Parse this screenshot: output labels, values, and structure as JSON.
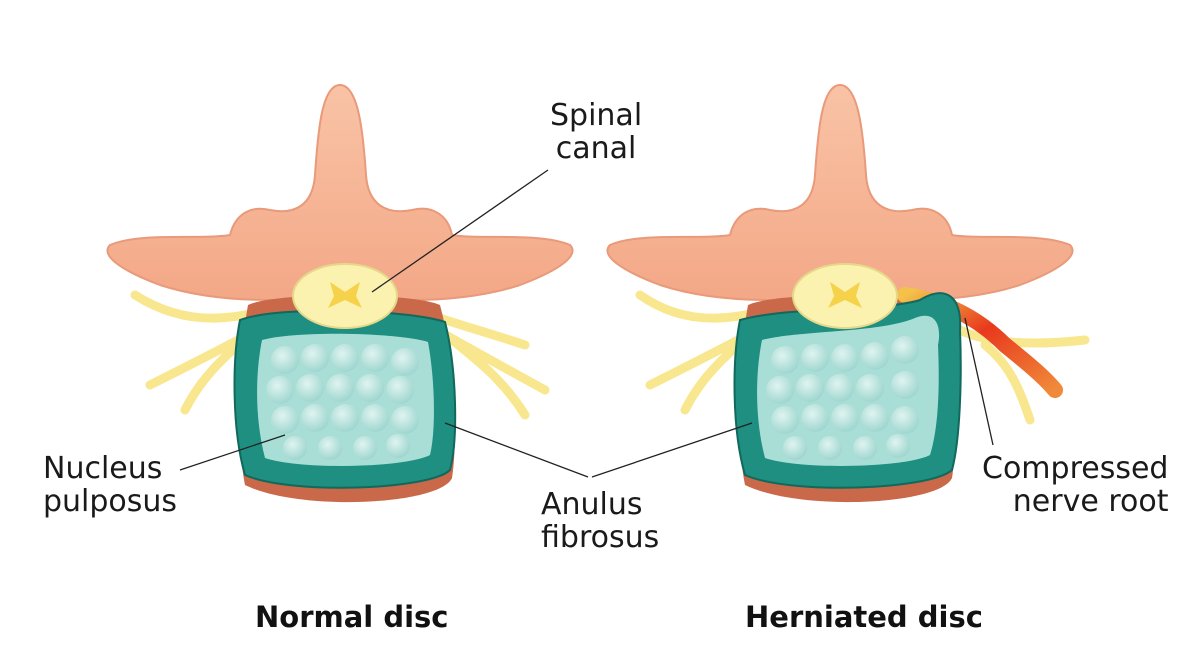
{
  "labels": {
    "spinal_canal": [
      "Spinal",
      "canal"
    ],
    "nucleus_pulposus": [
      "Nucleus",
      "pulposus"
    ],
    "anulus_fibrosus": [
      "Anulus",
      "fibrosus"
    ],
    "compressed_nerve_root": [
      "Compressed",
      "nerve root"
    ]
  },
  "titles": {
    "normal": "Normal disc",
    "herniated": "Herniated disc"
  },
  "colors": {
    "bone": "#f6b596",
    "bone_shade": "#e99a7a",
    "vertebral_body": "#c9694a",
    "anulus": "#1e8f80",
    "nucleus": "#a9ded7",
    "spinal_cord": "#fbf2b0",
    "nerve": "#f8e78e",
    "compressed_nerve": "#e8391d"
  }
}
